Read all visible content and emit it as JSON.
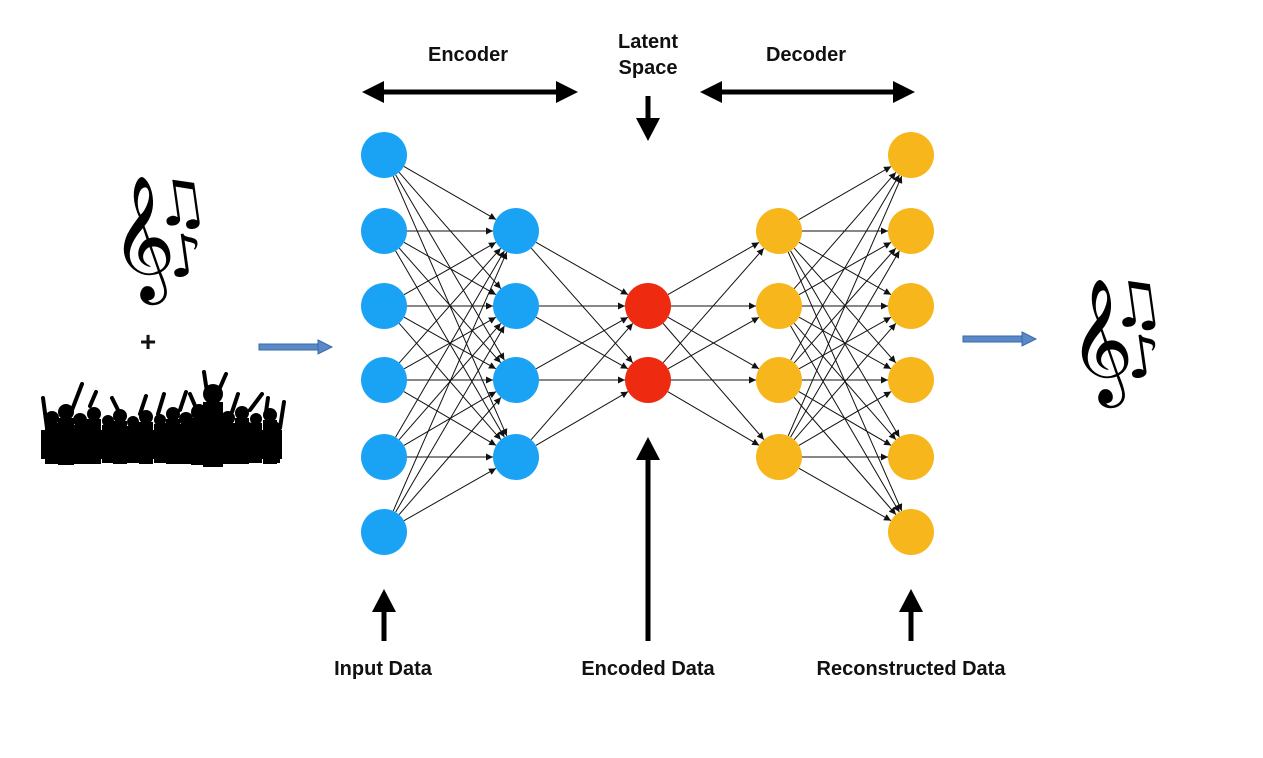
{
  "labels": {
    "encoder": "Encoder",
    "latent_line1": "Latent",
    "latent_line2": "Space",
    "decoder": "Decoder",
    "input": "Input Data",
    "encoded": "Encoded Data",
    "reconstructed": "Reconstructed Data",
    "plus": "+"
  },
  "network": {
    "layer_sizes": [
      6,
      4,
      2,
      4,
      6
    ],
    "layer_colors": [
      "#1aa3f5",
      "#1aa3f5",
      "#ee2a10",
      "#f7b71c",
      "#f7b71c"
    ]
  },
  "icons": {
    "input_music": "music-notes-icon",
    "crowd": "crowd-silhouette-icon",
    "output_music": "music-notes-icon"
  },
  "glyphs": {
    "clef": "𝄞",
    "beamed_notes": "♫",
    "note": "♪"
  }
}
